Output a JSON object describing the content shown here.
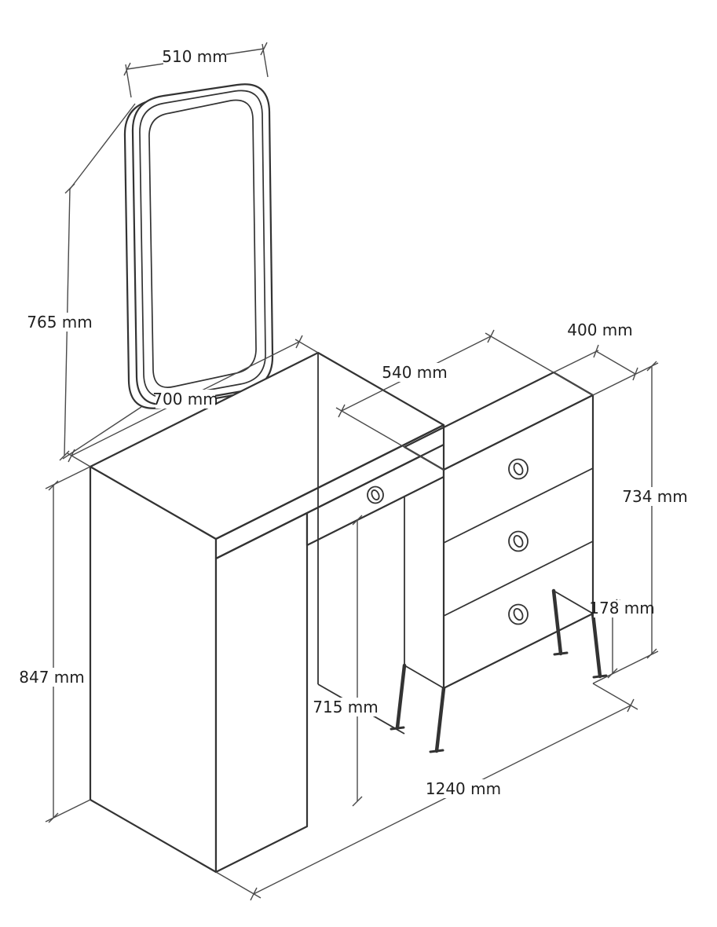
{
  "drawing": {
    "background_color": "#ffffff",
    "object_line_color": "#333333",
    "dimension_line_color": "#4a4a4a",
    "text_color": "#1f1f1f"
  },
  "dimensions": {
    "mirror_width": "510 mm",
    "mirror_height": "765 mm",
    "desk_width": "700 mm",
    "chest_width": "540 mm",
    "chest_depth": "400 mm",
    "chest_height": "734 mm",
    "leg_height": "178 mm",
    "desk_height": "847 mm",
    "knee_clearance": "715 mm",
    "total_width": "1240 mm"
  }
}
